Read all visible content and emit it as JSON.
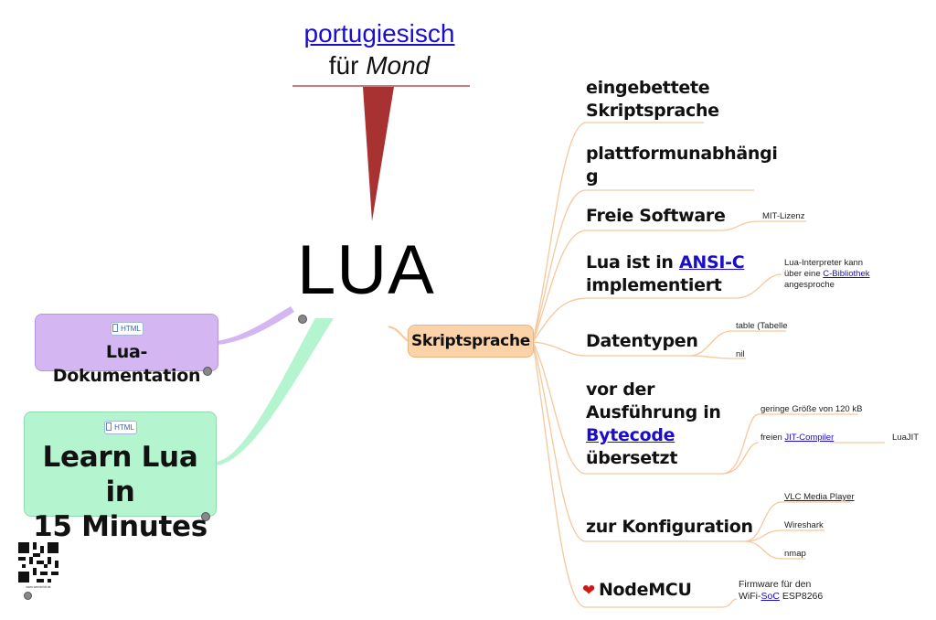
{
  "title_callout": {
    "link_text": "portugiesisch",
    "line2_prefix": "für ",
    "line2_italic": "Mond"
  },
  "center": {
    "label": "LUA"
  },
  "left_nodes": [
    {
      "badge": "HTML",
      "label": "Lua-Dokumentation"
    },
    {
      "badge": "HTML",
      "label_lines": [
        "Learn Lua in",
        "15 Minutes"
      ]
    }
  ],
  "main_branch": {
    "label": "Skriptsprache"
  },
  "branches": {
    "embedded": [
      "eingebettete",
      "Skriptsprache"
    ],
    "platform": [
      "plattformunabhängi",
      "g"
    ],
    "free": {
      "label": "Freie Software",
      "note": "MIT-Lizenz"
    },
    "ansi": {
      "prefix": "Lua ist in ",
      "link": "ANSI-C",
      "line2": "implementiert",
      "note_line1": "Lua-Interpreter kann",
      "note_line2_prefix": "über eine ",
      "note_line2_link": "C-Bibliothek",
      "note_line3": "angesproche"
    },
    "types": {
      "label": "Datentypen",
      "notes": [
        "table (Tabelle",
        "nil"
      ]
    },
    "bytecode": {
      "line1": "vor der",
      "line2": "Ausführung in",
      "link": "Bytecode",
      "line4": "übersetzt",
      "note1": "geringe Größe von 120 kB",
      "note2_prefix": "freien ",
      "note2_link": "JIT-Compiler",
      "note3": "LuaJIT"
    },
    "config": {
      "label": "zur Konfiguration",
      "items": [
        "VLC Media Player",
        "Wireshark",
        "nmap"
      ]
    },
    "nodemcu": {
      "label": "NodeMCU",
      "note_line1": "Firmware für den",
      "note_line2_prefix": "WiFi-",
      "note_line2_link": "SoC",
      "note_line2_suffix": " ESP8266"
    }
  },
  "qr_caption": "www.wendeldt.de",
  "colors": {
    "callout_red": "#a83232",
    "doc_box": "#d3b6f2",
    "learn_box": "#b4f5d0",
    "branch_box": "#fcd3a8",
    "connector_orange": "#f7c79b",
    "link_blue": "#1a0dcc"
  }
}
